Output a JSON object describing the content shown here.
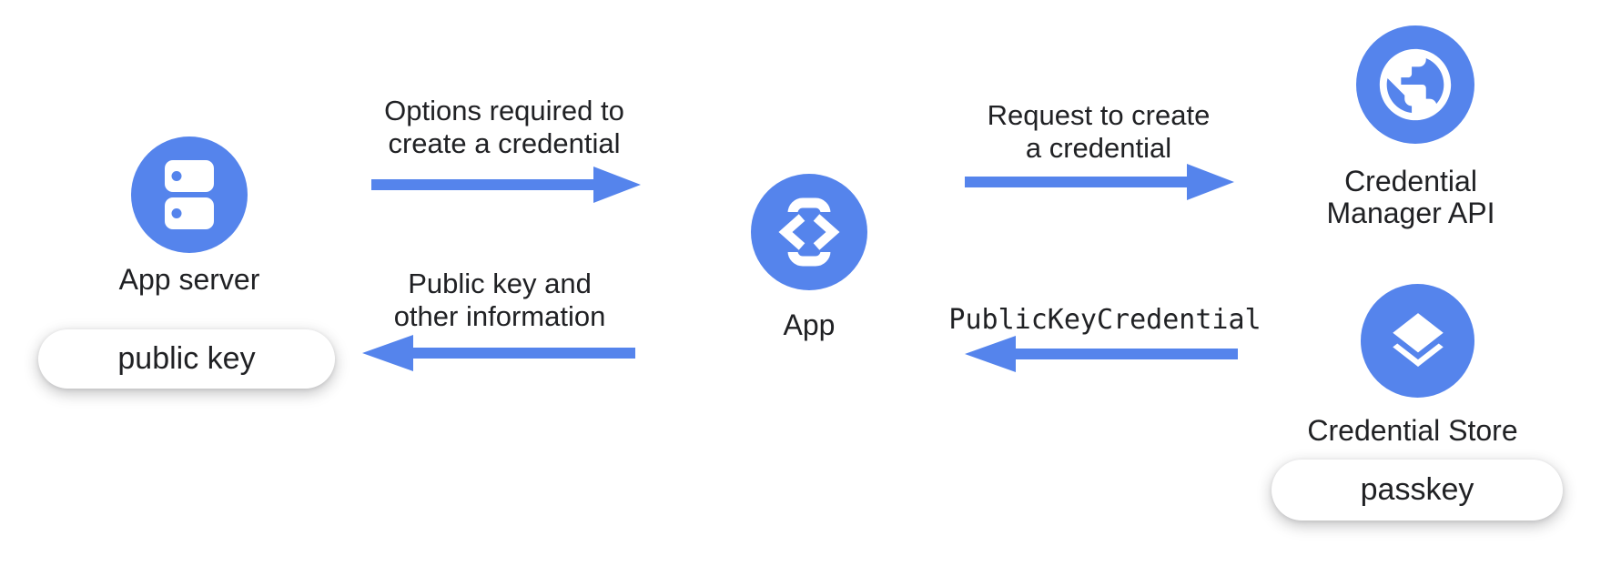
{
  "colors": {
    "accent_blue": "#5584EC",
    "text": "#202124",
    "pill_background": "#ffffff",
    "canvas_background": "#ffffff"
  },
  "nodes": {
    "app_server": {
      "label": "App server",
      "icon": "server-icon",
      "badge": "public key"
    },
    "app": {
      "label": "App",
      "icon": "phone-code-icon"
    },
    "credential_manager_api": {
      "label_line1": "Credential",
      "label_line2": "Manager API",
      "icon": "globe-icon"
    },
    "credential_store": {
      "label": "Credential Store",
      "icon": "layers-icon",
      "badge": "passkey"
    }
  },
  "arrows": {
    "options_to_create": {
      "direction": "right",
      "label_line1": "Options required to",
      "label_line2": "create a credential"
    },
    "request_to_create": {
      "direction": "right",
      "label_line1": "Request to create",
      "label_line2": "a credential"
    },
    "public_key_credential": {
      "direction": "left",
      "label": "PublicKeyCredential"
    },
    "public_key_info": {
      "direction": "left",
      "label_line1": "Public key and",
      "label_line2": "other information"
    }
  }
}
